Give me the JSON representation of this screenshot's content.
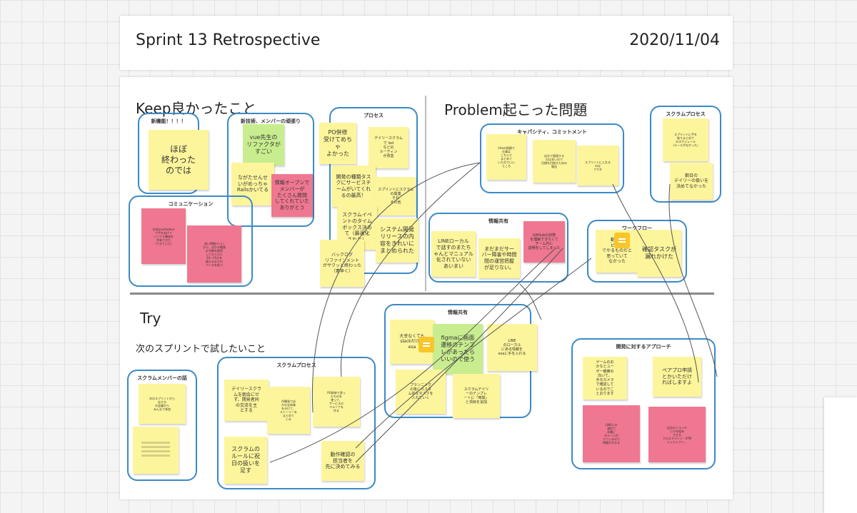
{
  "board": {
    "title": "Sprint 13 Retrospective",
    "date": "2020/11/04"
  },
  "sections": {
    "keep": "Keep良かったこと",
    "problem": "Problem起こった問題",
    "try": "Try",
    "try_sub": "次のスプリントで試したいこと"
  },
  "frames": {
    "new_feature": "新機能！！！！",
    "new_tech": "新技術、メンバーの頑張り",
    "process_keep": "プロセス",
    "communication": "コミュニケーション",
    "capacity": "キャパシティ、コミットメント",
    "scrum_process_problem": "スクラムプロセス",
    "info_share_problem": "情報共有",
    "workflow": "ワークフロー",
    "info_share_try": "情報共有",
    "dev_approach": "開発に対するアプローチ",
    "scrum_member": "スクラムメンバーの話",
    "scrum_process_try": "スクラムプロセス"
  },
  "stickies": {
    "hobo": "ほぼ\n終わった\nのでは",
    "vue": "vue先生の\nリファクタが\nすごい",
    "rails": "ながたせんせ\nいがめっちゃ\nRailsかいてる",
    "member_open": "情報オープンで\nメンバーが\nたくさん質問\nしてくれていた\nありがとう",
    "po_review": "PO併修\n受けてめちゃ\nよかった",
    "daily_scrum": "デイリースクラム\nで led\nなどの\nルーティン\nが改善",
    "dev_task": "開発の種類タス\nクにサービスチ\nームがいてくれ\nるの最高！",
    "sprint_meeting": "スプリントにスクラム\nの関連\nそれ\nその他",
    "scrum_event": "スクラムイベ\nントのタイム\nボックス決め\nて（最適化\nされた）",
    "system_dev": "システム開発\nリリースの内\n容をきれいに\nまとめられた",
    "backlog": "バックログ\nリファインメント\nがサクッと終わった\n（素早く）",
    "comm_1": "計画のsufootion\nで手をあげて\nインフラ構成を\n共有できた\n（できていた）",
    "comm_2": "長い時間でいい\nから、分かる範囲\nの予算を提供\nしてもらえた\n10〜15分を\n超えるまでの\nペースを保つ",
    "capacity_1": "Vitaの指摘で\n仕事は\nこちらで\nまとめて\nいたのでいい\nところ",
    "capacity_2": "自分で管理する\nのは辛いので\n目標を目指すための\n報告",
    "capacity_3": "スプリントに入れる\nのは\nアクタ",
    "sp_1": "スプリントに手を\n取りまとめて\nのスケジュール\n（ルールがなかった）",
    "sp_2": "朝日の\nデイリーの扱いを\n決めてなかった",
    "line_local": "LINEローカル\nで話すのまたち\nゃんとマニュアル\n化されていない\nあいまい",
    "mada_server": "まだまだサー\nバー障害や時間\n間の運営把握\nが足りない。",
    "github_pink": "GitHubの状態\nを理解できなくて\nチーム内に\n説明をしてしまった",
    "dousa": "動作確\nビスの\nでやるものだと\n思っていて\nなかった",
    "kakunin": "確認タスクが\n漏れかけた",
    "daishoku": "大幸なくても\nslackだけで\nesa",
    "figma": "figmaに画面\n遷移のテンプ\nレがあったら\nいいので使う",
    "line_esa": "LINE\nのローカル\nにある情報を\nesaに手を入れる",
    "planning": "プランニング\nの後にカスタ\nム的なタスクを\n入れていく",
    "scrum_daily": "スクラムデイリ\nーのテンプレ\nートに「時間」\nと項目を追加",
    "game": "ゲームのお\nかなとユー\nザー観察の\n向いて、\n手元カメラ\nで確認して\nいるのでこ\nとおります",
    "pair_pro": "ペアプロ申請\nとかいただけ\nればしますよ",
    "pink_1": "LINEとの\n通信で\n本番に\nダメージが\nでているので\n時間がかかる",
    "pink_2": "広告のトラッキ\nングを組み\nさせる\nクロスドメイン・STM\nシュテレクト、",
    "member_1": "次のスプリントから\nは夕方\nの会議から\nみんなで参加",
    "member_2": "",
    "try_daily": "デイリースクラ\nムを朝会にせ\nず、開発者同\nの交流を主\nとする",
    "try_ai": "AI開発でほ\nかの全体像\nを分けて、\nストーリーを\nまとめて\nいる",
    "try_po": "PO研修で習っ\nたものを\n使って、\nサービスの\nペルソナを\n作る",
    "try_scrum_rule": "スクラムの\nルールに祝\n日の扱いを\n足す",
    "try_dousa": "動作確認の\n担当者を\n先に決めてみる"
  },
  "colors": {
    "frame_border": "#3b8ac4",
    "sticky_yellow": "#fdf59b",
    "sticky_green": "#c8ed8e",
    "sticky_pink": "#ef7791",
    "comment_icon": "#f8c52b"
  },
  "icons": {
    "comment": "comment-icon"
  }
}
